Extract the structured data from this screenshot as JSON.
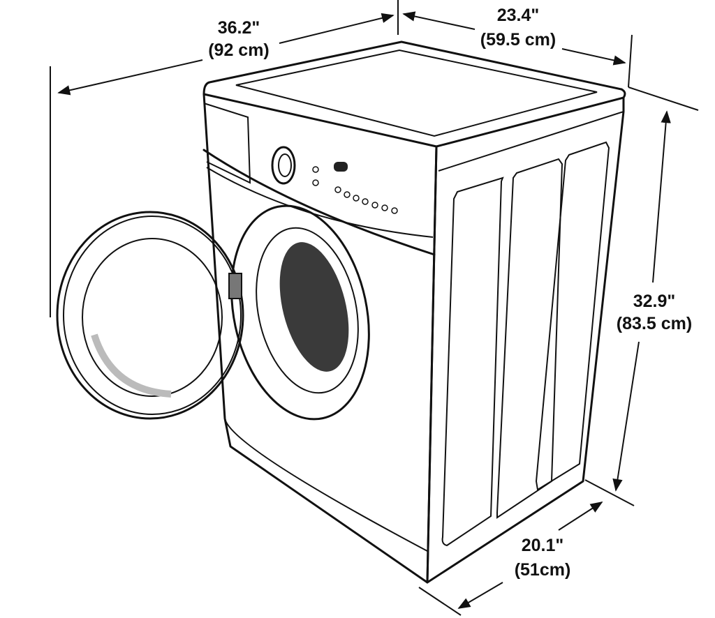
{
  "dimensions": {
    "depth_open": {
      "imperial": "36.2\"",
      "metric": "(92 cm)"
    },
    "width": {
      "imperial": "23.4\"",
      "metric": "(59.5 cm)"
    },
    "height": {
      "imperial": "32.9\"",
      "metric": "(83.5 cm)"
    },
    "depth": {
      "imperial": "20.1\"",
      "metric": "(51cm)"
    }
  },
  "colors": {
    "line": "#111111",
    "glass": "#3a3a3a",
    "background": "#ffffff"
  }
}
